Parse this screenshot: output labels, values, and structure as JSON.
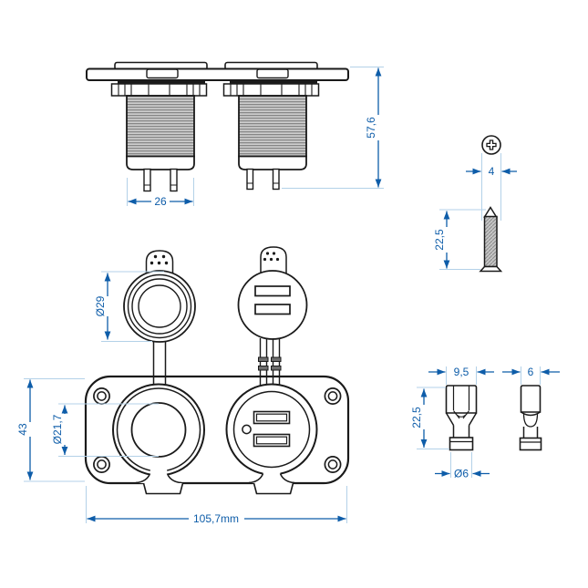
{
  "colors": {
    "background": "#ffffff",
    "line": "#1a1a1a",
    "dimension": "#0e5da9",
    "extension": "#b3d1e8"
  },
  "views": {
    "socket_side_view": {
      "dim_width": "26",
      "dim_height": "57,6"
    },
    "screw_view": {
      "dim_head": "4",
      "dim_length": "22,5"
    },
    "panel_front_view": {
      "dim_cap": "Ø29",
      "dim_height": "43",
      "dim_socket": "Ø21,7",
      "dim_width": "105,7mm"
    },
    "terminal_view": {
      "dim_front_width": "9,5",
      "dim_side_width": "6",
      "dim_length": "22,5",
      "dim_barrel": "Ø6"
    }
  }
}
